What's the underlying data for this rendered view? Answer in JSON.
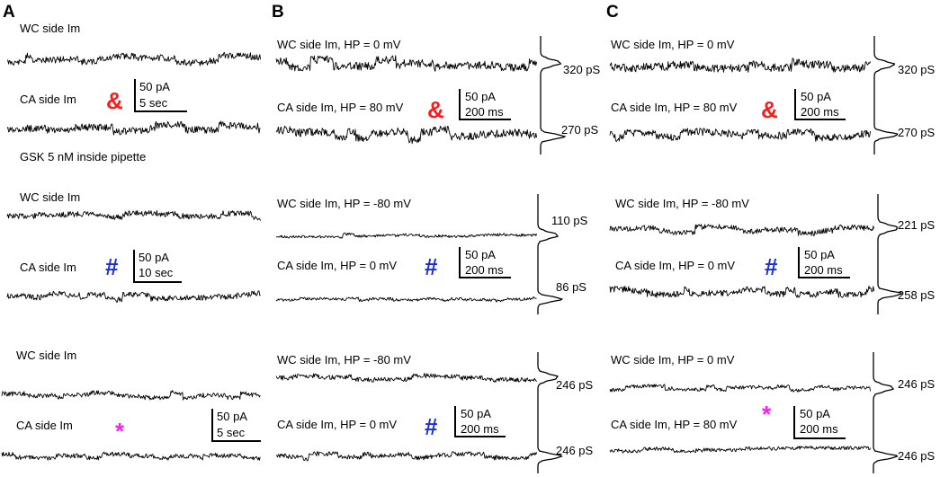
{
  "panel_letters": {
    "a": "A",
    "b": "B",
    "c": "C"
  },
  "colors": {
    "ampersand": "#ff1a1a",
    "hash": "#1a2fd6",
    "asterisk": "#ff1aff",
    "trace": "#000000"
  },
  "panel_a": {
    "row1": {
      "wc_label": "WC side Im",
      "ca_label": "CA side Im",
      "symbol": "&",
      "scale_current": "50 pA",
      "scale_time": "5 sec"
    },
    "note": "GSK 5 nM inside pipette",
    "row2": {
      "wc_label": "WC side Im",
      "ca_label": "CA side Im",
      "symbol": "#",
      "scale_current": "50 pA",
      "scale_time": "10 sec"
    },
    "row3": {
      "wc_label": "WC side Im",
      "ca_label": "CA side Im",
      "symbol": "*",
      "scale_current": "50 pA",
      "scale_time": "5 sec"
    }
  },
  "panel_b": {
    "row1": {
      "wc_label": "WC side Im, HP = 0 mV",
      "ca_label": "CA side Im, HP = 80 mV",
      "symbol": "&",
      "scale_current": "50 pA",
      "scale_time": "200 ms",
      "cond_top": "320 pS",
      "cond_bottom": "270 pS"
    },
    "row2": {
      "wc_label": "WC side Im, HP = -80 mV",
      "ca_label": "CA side Im, HP = 0 mV",
      "symbol": "#",
      "scale_current": "50 pA",
      "scale_time": "200 ms",
      "cond_top": "110 pS",
      "cond_bottom": "86 pS"
    },
    "row3": {
      "wc_label": "WC side Im, HP = -80 mV",
      "ca_label": "CA side Im, HP = 0 mV",
      "symbol": "#",
      "scale_current": "50 pA",
      "scale_time": "200 ms",
      "cond_top": "246 pS",
      "cond_bottom": "246 pS"
    }
  },
  "panel_c": {
    "row1": {
      "wc_label": "WC side Im, HP = 0 mV",
      "ca_label": "CA side Im, HP = 80 mV",
      "symbol": "&",
      "scale_current": "50 pA",
      "scale_time": "200 ms",
      "cond_top": "320 pS",
      "cond_bottom": "270 pS"
    },
    "row2": {
      "wc_label": "WC side Im, HP = -80 mV",
      "ca_label": "CA side Im, HP = 0 mV",
      "symbol": "#",
      "scale_current": "50 pA",
      "scale_time": "200 ms",
      "cond_top": "221 pS",
      "cond_bottom": "258 pS"
    },
    "row3": {
      "wc_label": "WC side Im, HP = 0 mV",
      "ca_label": "CA side Im, HP = 80 mV",
      "symbol": "*",
      "scale_current": "50 pA",
      "scale_time": "200 ms",
      "cond_top": "246 pS",
      "cond_bottom": "246 pS"
    }
  }
}
